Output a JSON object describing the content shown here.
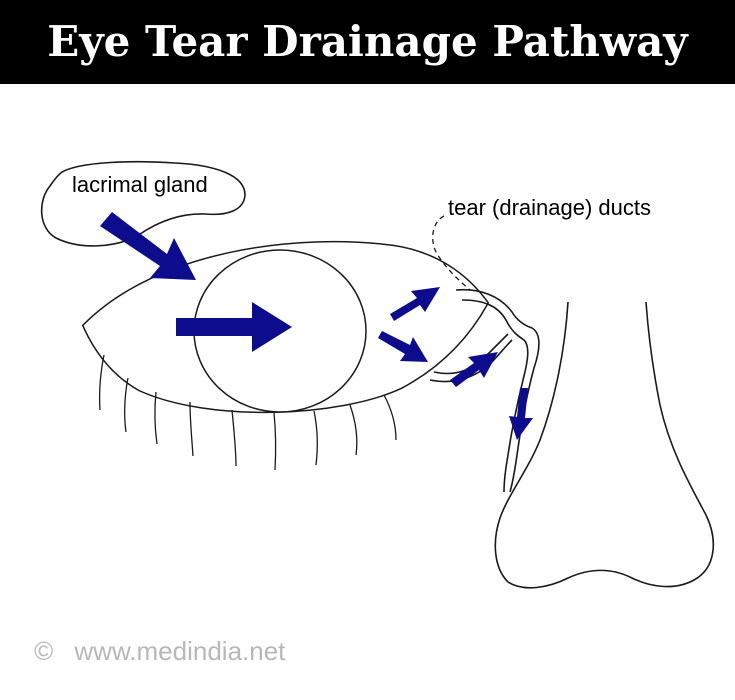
{
  "title": "Eye Tear Drainage Pathway",
  "labels": {
    "lacrimal_gland": "lacrimal gland",
    "tear_ducts": "tear (drainage) ducts"
  },
  "footer": {
    "copyright_symbol": "©",
    "site": "www.medindia.net"
  },
  "colors": {
    "header_bg": "#000000",
    "header_text": "#ffffff",
    "arrow": "#0c0c8c",
    "outline": "#1a1a1a",
    "footer_text": "#b8b8b8"
  }
}
